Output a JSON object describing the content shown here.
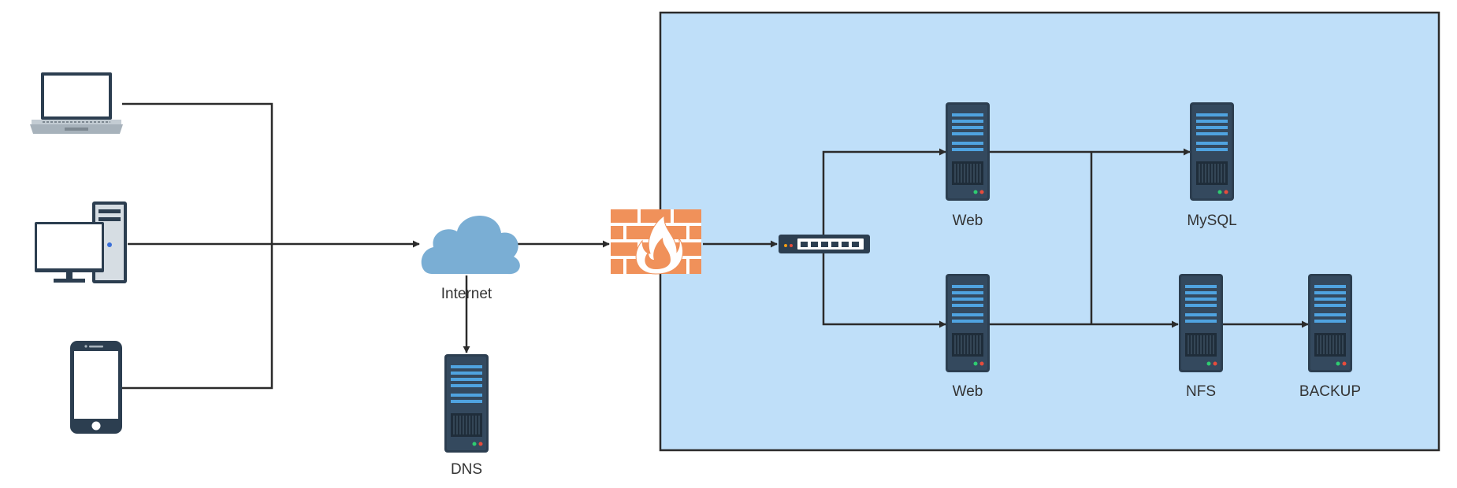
{
  "labels": {
    "internet": "Internet",
    "dns": "DNS",
    "web_top": "Web",
    "web_bottom": "Web",
    "mysql": "MySQL",
    "nfs": "NFS",
    "backup": "BACKUP"
  },
  "icons": {
    "laptop": "laptop-icon",
    "desktop": "desktop-icon",
    "phone": "smartphone-icon",
    "cloud": "cloud-icon",
    "firewall": "firewall-icon",
    "switch": "network-switch-icon",
    "server": "server-icon"
  },
  "colors": {
    "zone_fill": "#bfdff9",
    "zone_border": "#2b2b2b",
    "connector": "#2b2b2b",
    "server_body": "#2c3e50",
    "server_slot": "#4fa3e0",
    "cloud": "#7aaed4",
    "firewall": "#f0915a"
  }
}
